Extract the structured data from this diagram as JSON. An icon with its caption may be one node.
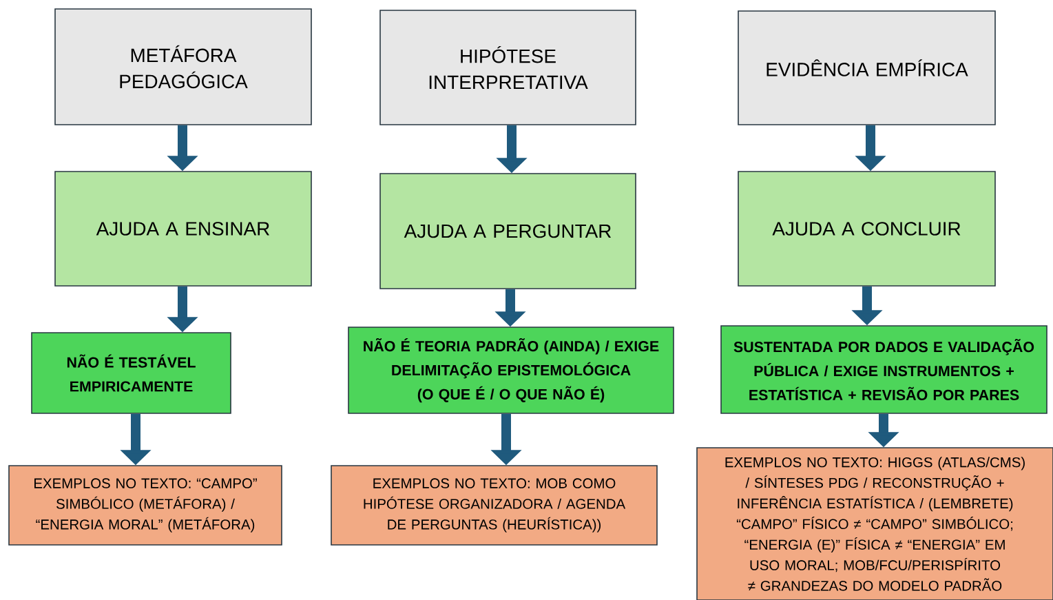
{
  "diagram": {
    "nodes": [
      {
        "text": [
          "METÁFORA PEDAGÓGICA"
        ]
      },
      {
        "text": [
          "AJUDA A ENSINAR"
        ]
      },
      {
        "text": [
          "NÃO É TESTÁVEL EMPIRICAMENTE"
        ]
      },
      {
        "text": [
          "EXEMPLOS NO TEXTO: “CAMPO” SIMBÓLICO (METÁFORA) / “ENERGIA MORAL” (METÁFORA)"
        ]
      },
      {
        "text": [
          "HIPÓTESE INTERPRETATIVA"
        ]
      },
      {
        "text": [
          "AJUDA A PERGUNTAR"
        ]
      },
      {
        "text": [
          "NÃO É TEORIA PADRÃO (AINDA) / EXIGE DELIMITAÇÃO EPISTEMOLÓGICA (O QUE É / O QUE NÃO É)"
        ]
      },
      {
        "text": [
          "EXEMPLOS NO TEXTO: MOB COMO HIPÓTESE ORGANIZADORA / AGENDA DE PERGUNTAS (HEURÍSTICA))"
        ]
      },
      {
        "text": [
          "EVIDÊNCIA EMPÍRICA"
        ]
      },
      {
        "text": [
          "AJUDA A CONCLUIR"
        ]
      },
      {
        "text": [
          "SUSTENTADA POR DADOS E VALIDAÇÃO PÚBLICA / EXIGE INSTRUMENTOS + ESTATÍSTICA + REVISÃO POR PARES"
        ]
      },
      {
        "text": [
          "EXEMPLOS NO TEXTO: HIGGS (ATLAS/CMS) / SÍNTESES PDG / RECONSTRUÇÃO + INFERÊNCIA ESTATÍSTICA / (LEMBRETE) “CAMPO” FÍSICO ≠ “CAMPO” SIMBÓLICO; “ENERGIA (E)” FÍSICA ≠ “ENERGIA” EM USO MORAL; MOB/FCU/PERISPÍRITO ≠ GRANDEZAS DO MODELO PADRÃO"
        ]
      }
    ],
    "edges": [
      {
        "from": 0,
        "to": 1,
        "arrow": "to"
      },
      {
        "from": 1,
        "to": 2,
        "arrow": "to"
      },
      {
        "from": 2,
        "to": 3,
        "arrow": "to"
      },
      {
        "from": 4,
        "to": 5,
        "arrow": "to"
      },
      {
        "from": 5,
        "to": 6,
        "arrow": "to"
      },
      {
        "from": 6,
        "to": 7,
        "arrow": "to"
      },
      {
        "from": 8,
        "to": 9,
        "arrow": "to"
      },
      {
        "from": 9,
        "to": 10,
        "arrow": "to"
      },
      {
        "from": 10,
        "to": 11,
        "arrow": "to"
      }
    ]
  }
}
